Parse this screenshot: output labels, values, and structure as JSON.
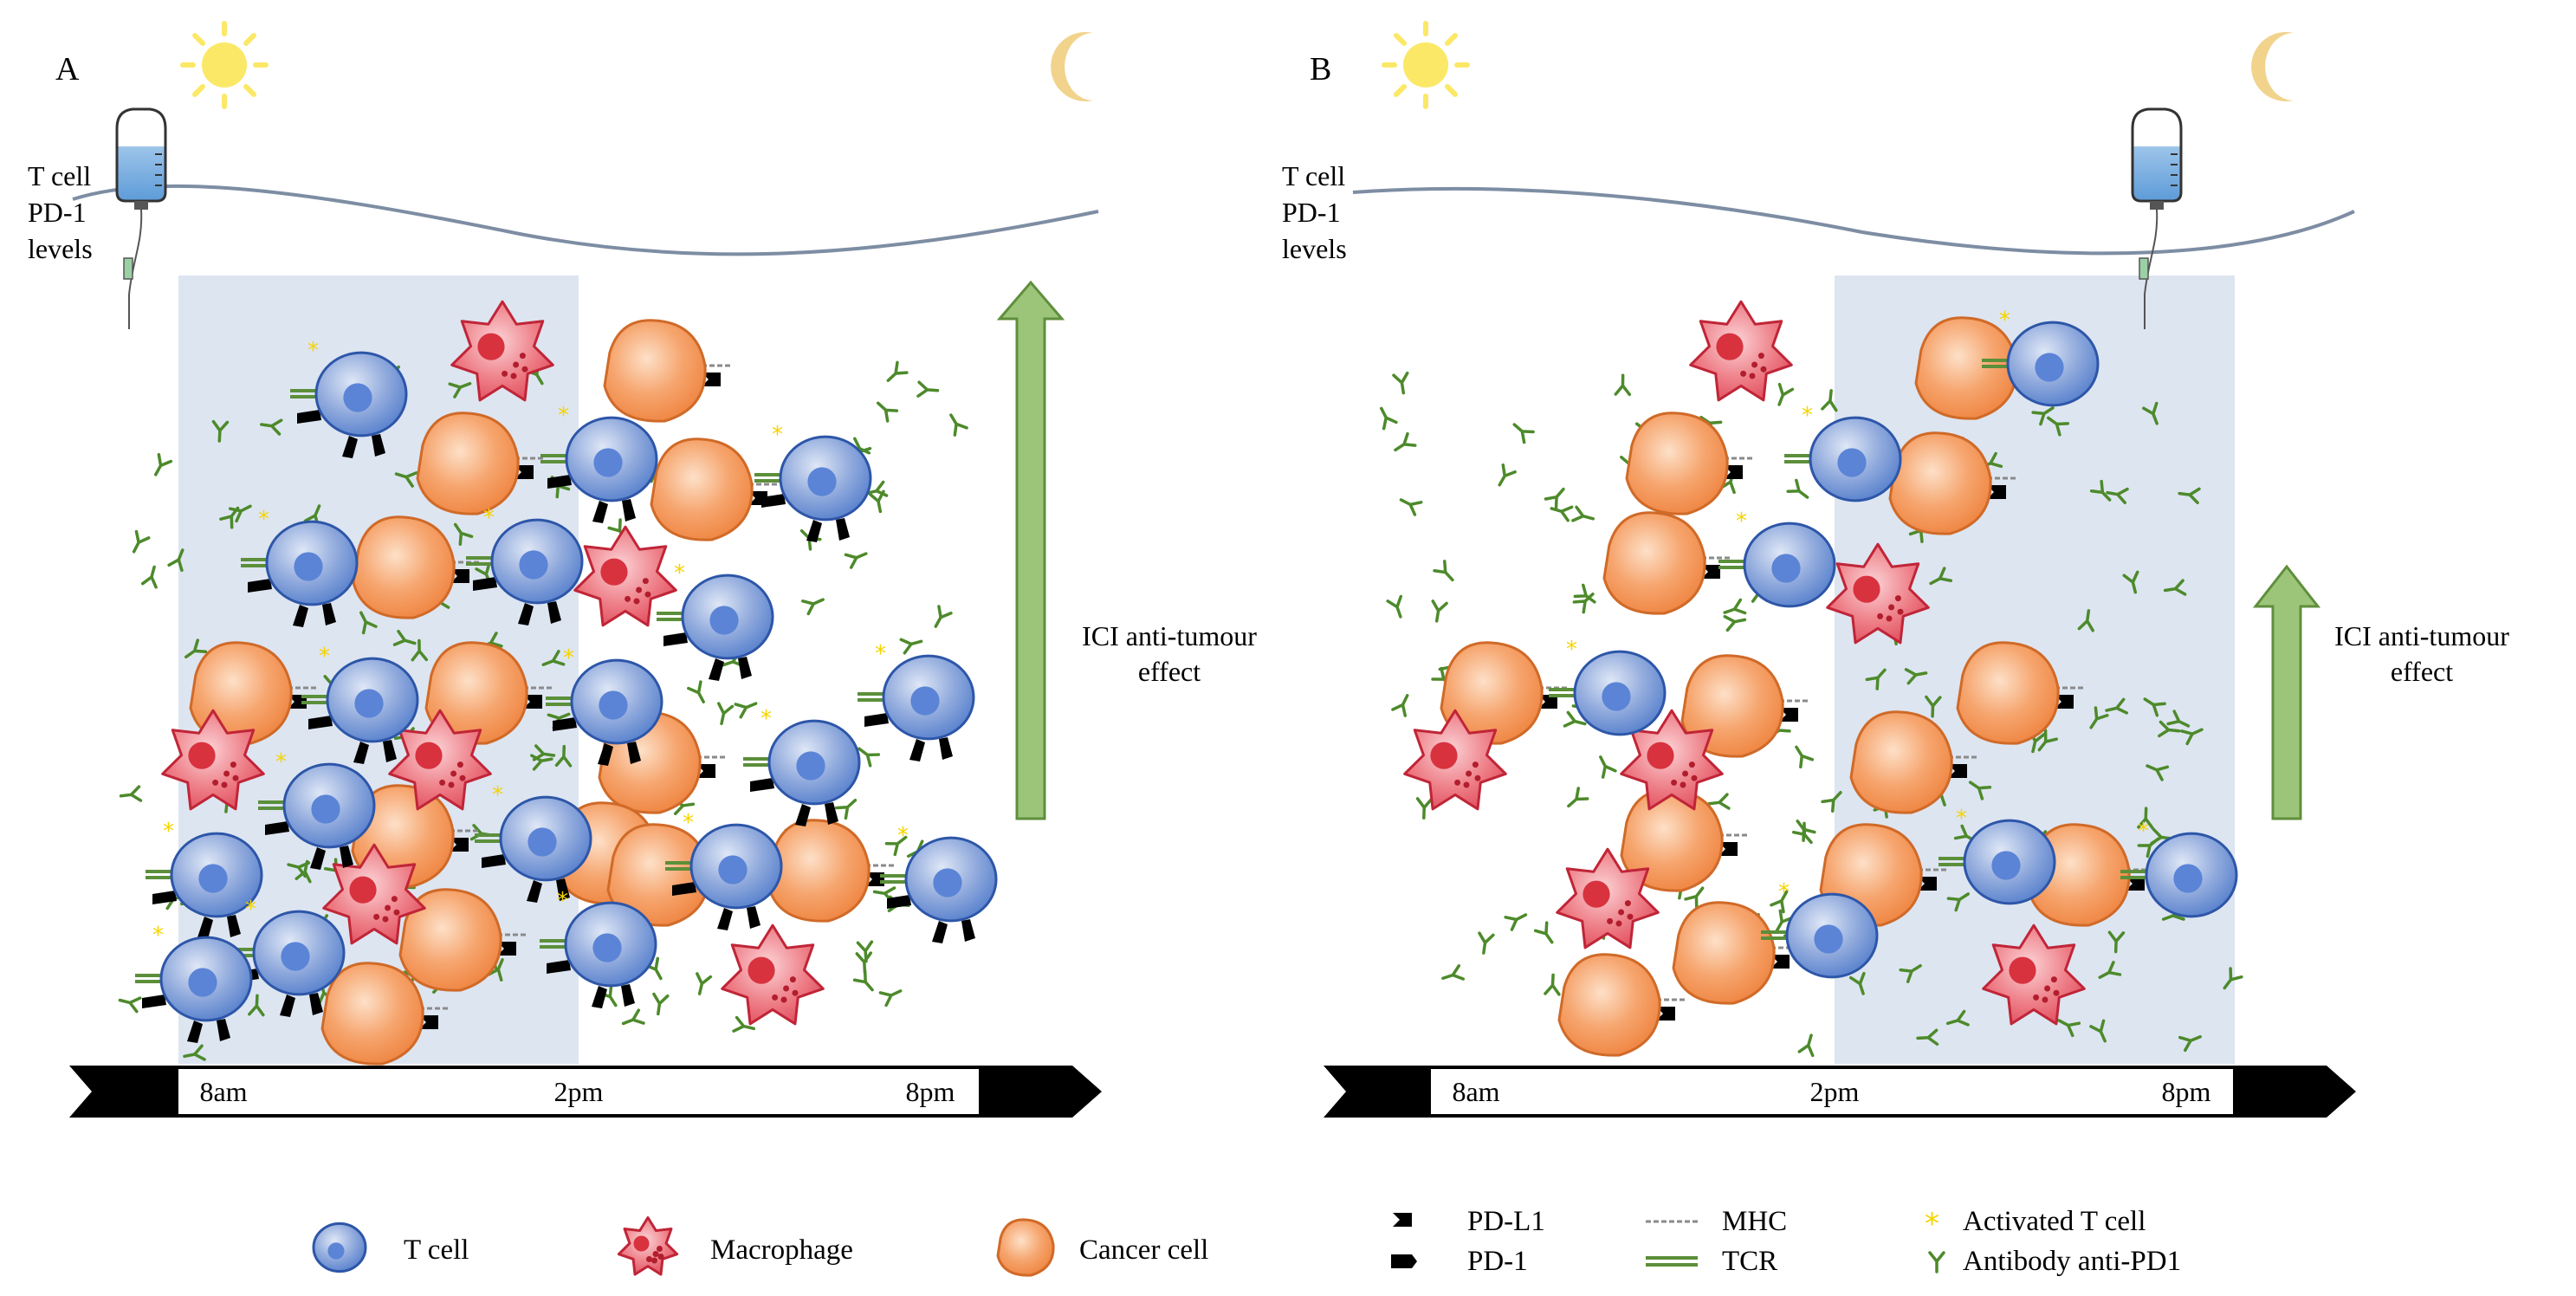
{
  "panels": [
    {
      "letter": "A",
      "level_label": [
        "T cell",
        "PD-1",
        "levels"
      ],
      "times": [
        "8am",
        "2pm",
        "8pm"
      ],
      "effect_label": [
        "ICI anti-tumour",
        "effect"
      ],
      "effect": "strong"
    },
    {
      "letter": "B",
      "level_label": [
        "T cell",
        "PD-1",
        "levels"
      ],
      "times": [
        "8am",
        "2pm",
        "8pm"
      ],
      "effect_label": [
        "ICI anti-tumour",
        "effect"
      ],
      "effect": "weak"
    }
  ],
  "legend": {
    "t_cell": "T cell",
    "macrophage": "Macrophage",
    "cancer_cell": "Cancer cell",
    "pd_l1": "PD-L1",
    "pd_1": "PD-1",
    "mhc": "MHC",
    "tcr": "TCR",
    "activated": "Activated T cell",
    "antibody": "Antibody anti-PD1"
  },
  "colors": {
    "t_cell": "#4f7fd0",
    "macrophage": "#e2475c",
    "cancer_cell": "#f08a44",
    "antibody": "#4d8a2b",
    "tcr": "#5b8f3a",
    "activated": "#f5d400",
    "shade": "#dde5f1",
    "arrow": "#9dc57a"
  },
  "icons": [
    "sun-icon",
    "moon-icon",
    "iv-drip-icon",
    "timeline-arrow-icon",
    "effect-arrow-icon"
  ]
}
